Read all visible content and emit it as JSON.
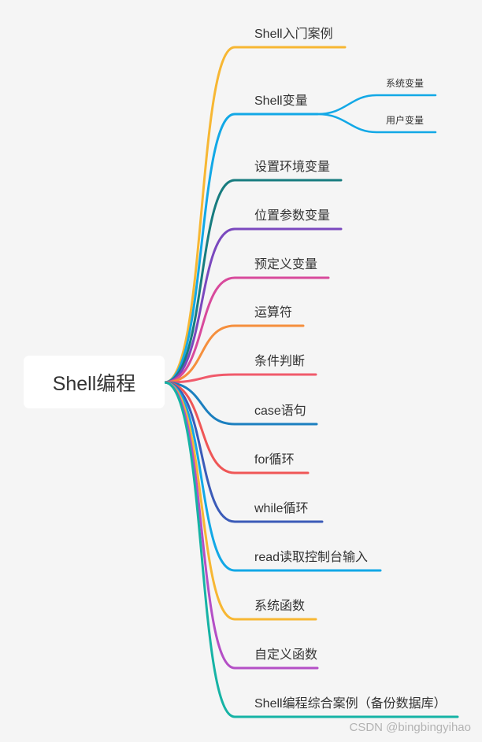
{
  "root": {
    "label": "Shell编程"
  },
  "branches": [
    {
      "label": "Shell入门案例",
      "color": "#f7b733"
    },
    {
      "label": "Shell变量",
      "color": "#12a8e6",
      "children": [
        {
          "label": "系统变量"
        },
        {
          "label": "用户变量"
        }
      ]
    },
    {
      "label": "设置环境变量",
      "color": "#177c7f"
    },
    {
      "label": "位置参数变量",
      "color": "#7a48be"
    },
    {
      "label": "预定义变量",
      "color": "#d84a9c"
    },
    {
      "label": "运算符",
      "color": "#f58f3d"
    },
    {
      "label": "条件判断",
      "color": "#f05a6b"
    },
    {
      "label": "case语句",
      "color": "#1b7fbf"
    },
    {
      "label": "for循环",
      "color": "#ef5656"
    },
    {
      "label": "while循环",
      "color": "#3b5bb8"
    },
    {
      "label": "read读取控制台输入",
      "color": "#12a8e6"
    },
    {
      "label": "系统函数",
      "color": "#f7b733"
    },
    {
      "label": "自定义函数",
      "color": "#b44fc6"
    },
    {
      "label": "Shell编程综合案例（备份数据库）",
      "color": "#16b3a5"
    }
  ],
  "watermark": "CSDN @bingbingyihao"
}
